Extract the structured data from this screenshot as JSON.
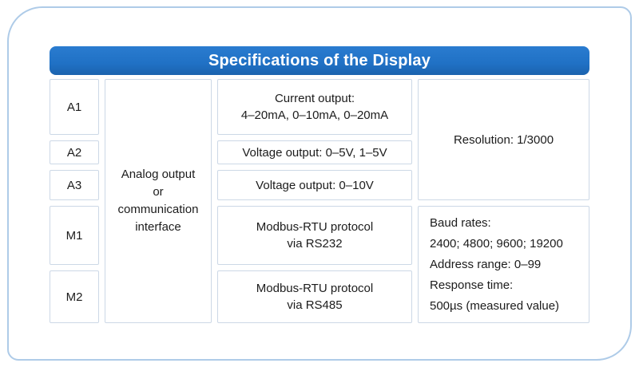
{
  "header": {
    "title": "Specifications of the Display"
  },
  "colors": {
    "header_bg": "#2071c5",
    "header_text": "#ffffff",
    "cell_border": "#ccd8e6",
    "card_border": "#aecbe8",
    "text": "#1c1c1c"
  },
  "table": {
    "row_ids": [
      "A1",
      "A2",
      "A3",
      "M1",
      "M2"
    ],
    "group_label": "Analog output\nor\ncommunication\ninterface",
    "cells": [
      "Current output:\n4–20mA, 0–10mA, 0–20mA",
      "Voltage output: 0–5V, 1–5V",
      "Voltage output: 0–10V",
      "Modbus-RTU protocol\nvia RS232",
      "Modbus-RTU protocol\nvia RS485"
    ],
    "resolution": "Resolution: 1/3000",
    "comm_details": [
      "Baud rates:",
      "2400; 4800; 9600; 19200",
      "Address range: 0–99",
      "Response time:",
      "500µs (measured value)"
    ]
  }
}
